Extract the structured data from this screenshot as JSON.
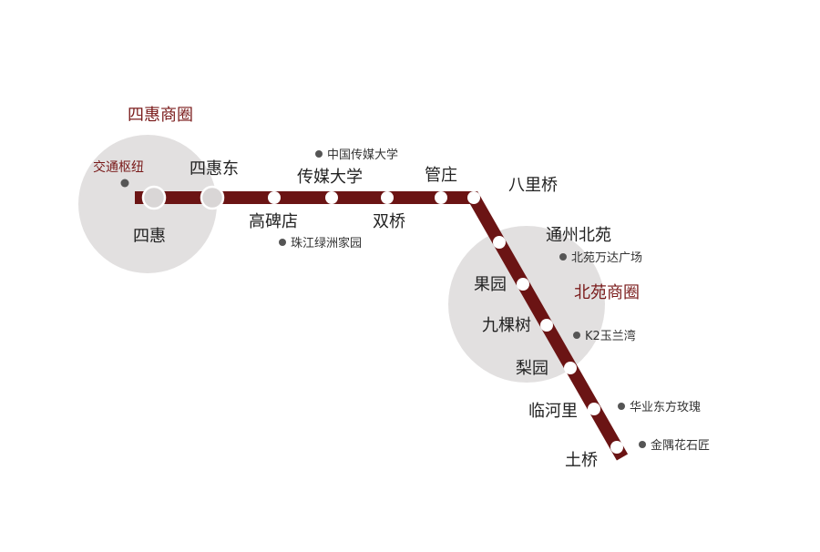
{
  "colors": {
    "line": "#6b1414",
    "zone": "#e2e0e0",
    "accent_text": "#7a1b1b",
    "station_fill": "#ffffff",
    "poi_dot": "#555555"
  },
  "zones": {
    "sihui": {
      "title": "四惠商圈"
    },
    "beiyuan": {
      "title": "北苑商圈"
    }
  },
  "hub_label": "交通枢纽",
  "stations": [
    {
      "id": "sihui",
      "name": "四惠",
      "type": "interchange"
    },
    {
      "id": "sihuidong",
      "name": "四惠东",
      "type": "interchange"
    },
    {
      "id": "gaobeidian",
      "name": "高碑店",
      "type": "regular"
    },
    {
      "id": "chuanmeidaxue",
      "name": "传媒大学",
      "type": "regular"
    },
    {
      "id": "shuangqiao",
      "name": "双桥",
      "type": "regular"
    },
    {
      "id": "guanzhuang",
      "name": "管庄",
      "type": "regular"
    },
    {
      "id": "baliqiao",
      "name": "八里桥",
      "type": "regular"
    },
    {
      "id": "tongzhoubeiyuan",
      "name": "通州北苑",
      "type": "regular"
    },
    {
      "id": "guoyuan",
      "name": "果园",
      "type": "regular"
    },
    {
      "id": "jiukeshu",
      "name": "九棵树",
      "type": "regular"
    },
    {
      "id": "liyuan",
      "name": "梨园",
      "type": "regular"
    },
    {
      "id": "linheli",
      "name": "临河里",
      "type": "regular"
    },
    {
      "id": "tuqiao",
      "name": "土桥",
      "type": "regular"
    }
  ],
  "pois": [
    {
      "id": "cuc",
      "name": "中国传媒大学"
    },
    {
      "id": "zhujiang",
      "name": "珠江绿洲家园"
    },
    {
      "id": "wanda",
      "name": "北苑万达广场"
    },
    {
      "id": "k2",
      "name": "K2玉兰湾"
    },
    {
      "id": "huaye",
      "name": "华业东方玫瑰"
    },
    {
      "id": "jinyu",
      "name": "金隅花石匠"
    }
  ]
}
